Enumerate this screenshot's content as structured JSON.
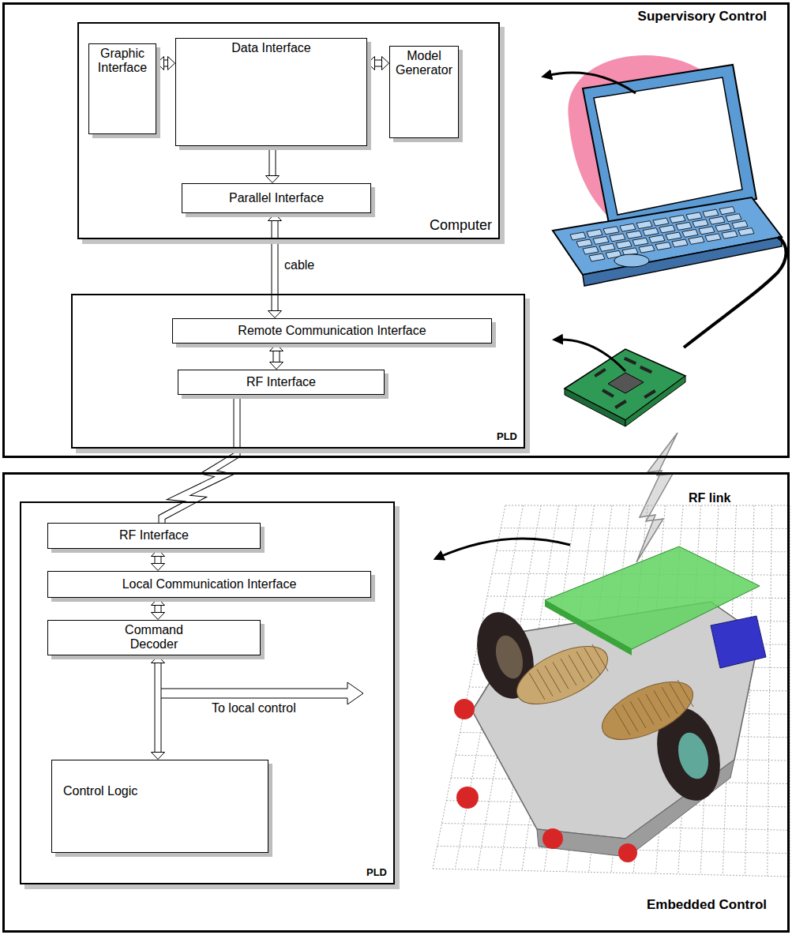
{
  "diagram": {
    "nodes": [
      {
        "text": [
          "Supervisory Control"
        ]
      },
      {
        "text": [
          "Computer"
        ],
        "in": 0
      },
      {
        "text": [
          "Graphic Interface"
        ],
        "in": 1
      },
      {
        "text": [
          "Data Interface"
        ],
        "in": 1
      },
      {
        "text": [
          "Model Generator"
        ],
        "in": 1
      },
      {
        "text": [
          "Parallel Interface"
        ],
        "in": 1
      },
      {
        "text": [
          "PLD"
        ],
        "in": 0
      },
      {
        "text": [
          "Remote Communication Interface"
        ],
        "in": 6
      },
      {
        "text": [
          "RF Interface"
        ],
        "in": 6
      },
      {
        "text": [
          "Embedded Control"
        ]
      },
      {
        "text": [
          "PLD"
        ],
        "in": 9
      },
      {
        "text": [
          "RF Interface"
        ],
        "in": 10
      },
      {
        "text": [
          "Local Communication Interface"
        ],
        "in": 10
      },
      {
        "text": [
          "Command Decoder"
        ],
        "in": 10
      },
      {
        "text": [
          "Control Logic"
        ],
        "in": 10
      }
    ],
    "edges": [
      {
        "from": 2,
        "to": 3,
        "arrow": "both"
      },
      {
        "from": 3,
        "to": 4,
        "arrow": "both"
      },
      {
        "from": 3,
        "to": 5,
        "arrow": "to"
      },
      {
        "from": 5,
        "to": 7,
        "label": "cable",
        "arrow": "both"
      },
      {
        "from": 7,
        "to": 8,
        "arrow": "both"
      },
      {
        "from": 8,
        "to": 11,
        "arrow": "none"
      },
      {
        "from": 11,
        "to": 12,
        "arrow": "both"
      },
      {
        "from": 12,
        "to": 13,
        "arrow": "both"
      },
      {
        "from": 13,
        "to": 14,
        "arrow": "both"
      }
    ],
    "labels": [
      "To local control",
      "RF link"
    ]
  }
}
